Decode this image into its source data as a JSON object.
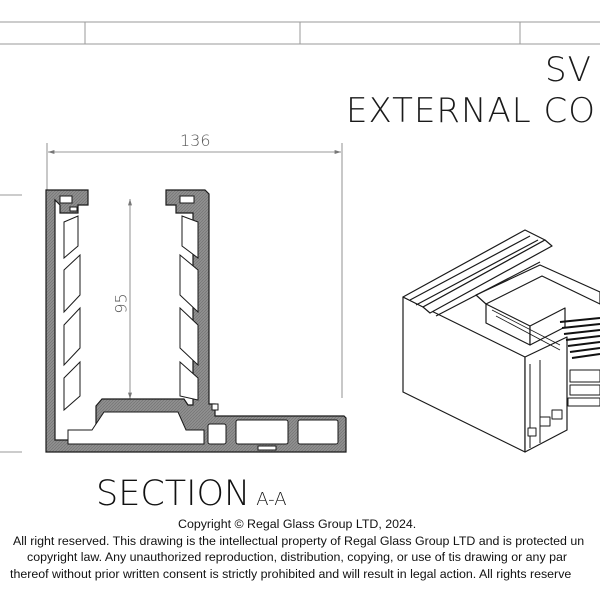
{
  "drawing": {
    "title_line_1": "SV",
    "title_line_2": "EXTERNAL COR",
    "dimensions": {
      "overall_width": "136",
      "inner_height": "95"
    },
    "section": {
      "label": "SECTION",
      "suffix": "A-A"
    }
  },
  "copyright": {
    "line_1": "Copyright © Regal Glass Group LTD, 2024.",
    "line_2": "All right reserved. This drawing is the intellectual property of Regal Glass Group LTD and is protected un",
    "line_3": "copyright law. Any unauthorized reproduction, distribution, copying, or use of tis drawing or any par",
    "line_4": "thereof without prior written consent is strictly prohibited and will result in legal action. All rights reserve"
  },
  "colors": {
    "profile_fill": "#8f8f8f",
    "outline": "#1a1a1a",
    "dimension_line": "#777777",
    "frame_line": "#9a9a9a"
  }
}
